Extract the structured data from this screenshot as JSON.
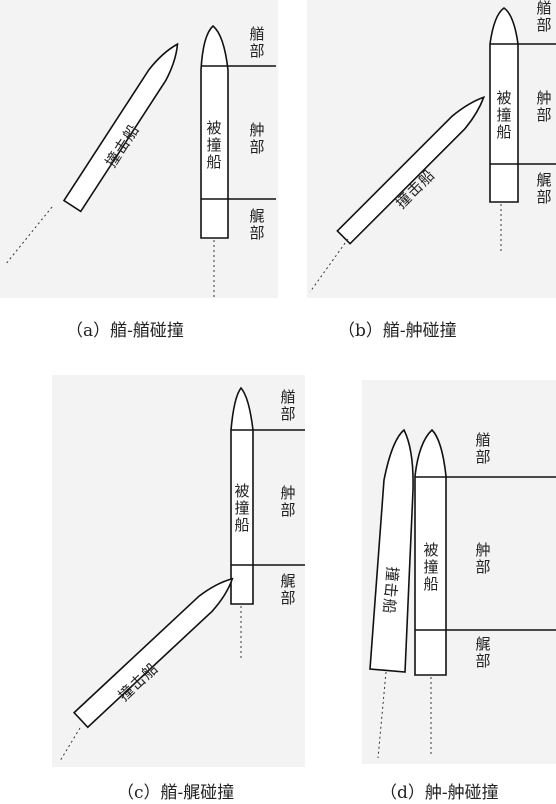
{
  "panels": {
    "a": {
      "caption": "（a）艏-艏碰撞",
      "zones": {
        "bow": "艏部",
        "mid": "舯部",
        "stern": "艉部"
      },
      "struck_ship": "被撞船",
      "striking_ship": "撞击船"
    },
    "b": {
      "caption": "（b）艏-舯碰撞",
      "zones": {
        "bow": "艏部",
        "mid": "舯部",
        "stern": "艉部"
      },
      "struck_ship": "被撞船",
      "striking_ship": "撞击船"
    },
    "c": {
      "caption": "（c）艏-艉碰撞",
      "zones": {
        "bow": "艏部",
        "mid": "舯部",
        "stern": "艉部"
      },
      "struck_ship": "被撞船",
      "striking_ship": "撞击船"
    },
    "d": {
      "caption": "（d）舯-舯碰撞",
      "zones": {
        "bow": "艏部",
        "mid": "舯部",
        "stern": "艉部"
      },
      "struck_ship": "被撞船",
      "striking_ship": "撞击船"
    }
  }
}
